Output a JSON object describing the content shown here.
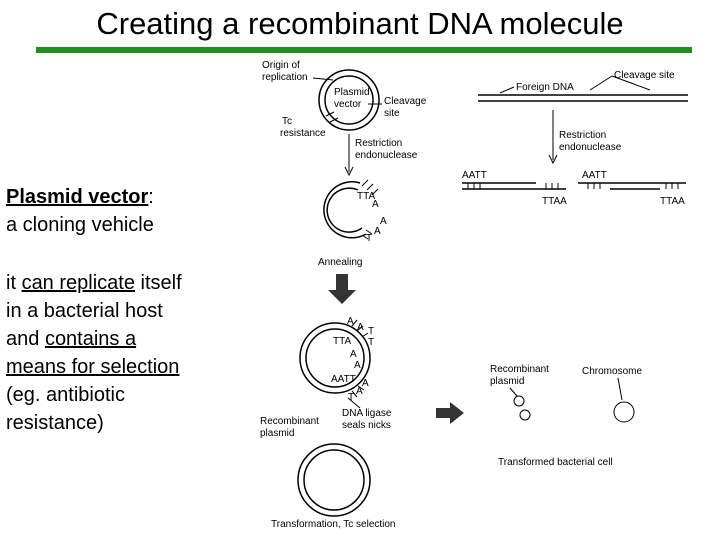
{
  "title": "Creating a recombinant DNA molecule",
  "colors": {
    "title_rule": "#1f8f1f",
    "arrow": "#333333"
  },
  "left_panel": {
    "heading_term": "Plasmid vector",
    "heading_colon": ":",
    "heading_desc": "a cloning vehicle",
    "line1_prefix": "it ",
    "line1_underlined": "can replicate",
    "line1_suffix": " itself",
    "line2": "in a bacterial host",
    "line3_prefix": "and ",
    "line3_underlined": "contains a",
    "line4_underlined": "means for selection",
    "line5": "(eg. antibiotic",
    "line6": "resistance)"
  },
  "diagram": {
    "origin_line1": "Origin of",
    "origin_line2": "replication",
    "plasmid_line1": "Plasmid",
    "plasmid_line2": "vector",
    "cleavage_line1": "Cleavage",
    "cleavage_line2": "site",
    "tc_line1": "Tc",
    "tc_line2": "resistance",
    "restriction_line1": "Restriction",
    "restriction_line2": "endonuclease",
    "foreign_dna": "Foreign DNA",
    "cleavage_site": "Cleavage site",
    "aatt": "AATT",
    "ttaa": "TTAA",
    "ttaa_small": "TTA",
    "a_letter": "A",
    "t_letter": "T",
    "annealing": "Annealing",
    "recombinant_plasmid_line1": "Recombinant",
    "recombinant_plasmid_line2": "plasmid",
    "chromosome": "Chromosome",
    "dna_ligase_line1": "DNA ligase",
    "dna_ligase_line2": "seals nicks",
    "transformed_cell": "Transformed bacterial cell",
    "transformation": "Transformation, Tc selection"
  }
}
